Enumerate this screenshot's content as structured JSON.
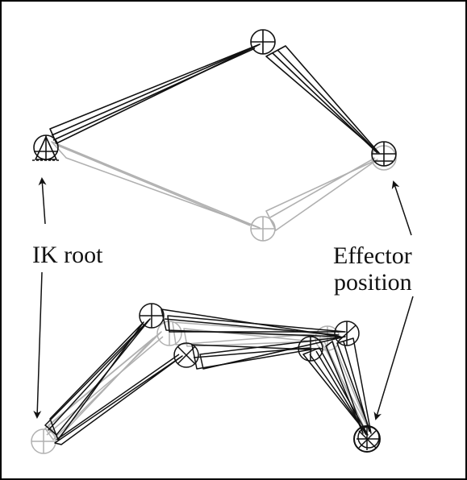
{
  "labels": {
    "ik_root": "IK root",
    "effector_line1": "Effector",
    "effector_line2": "position"
  },
  "colors": {
    "bone_dark": "#111111",
    "bone_light": "#b0b0b0",
    "background": "#ffffff"
  },
  "icons": {
    "joint": "joint-circle-icon",
    "root": "ik-root-triangle-icon"
  }
}
